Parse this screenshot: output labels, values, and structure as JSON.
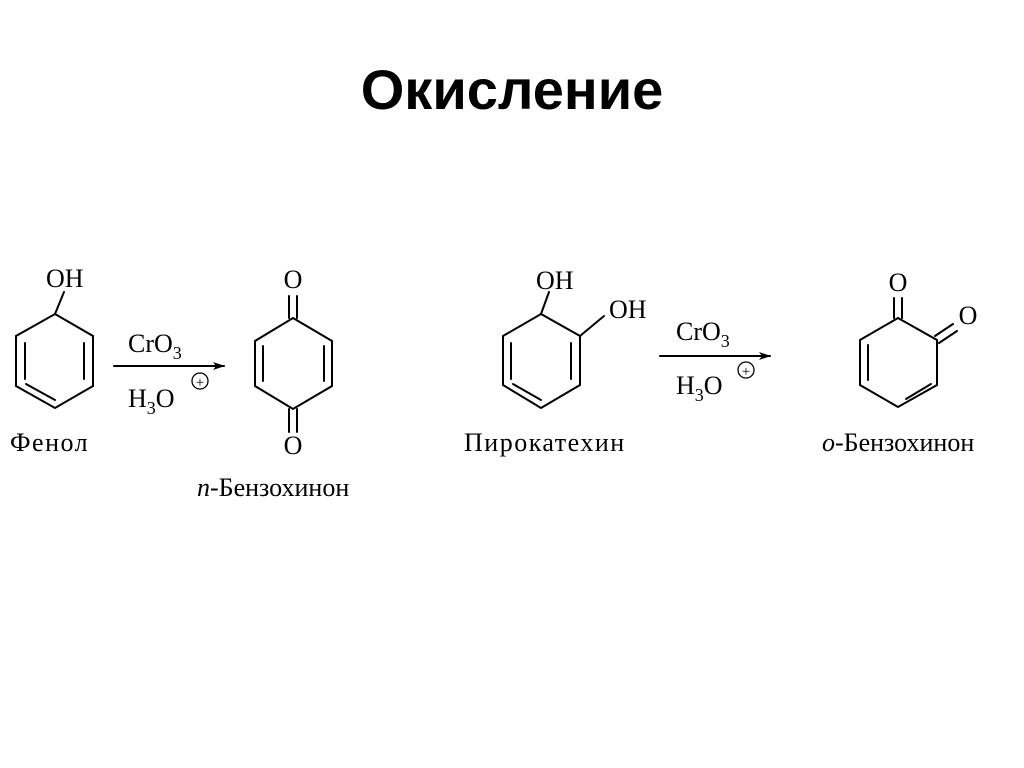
{
  "title": "Окисление",
  "colors": {
    "ink": "#000000",
    "background": "#ffffff"
  },
  "reactions": [
    {
      "reactant": {
        "label": "Фенол",
        "groups": [
          "OH"
        ]
      },
      "reagent_top": {
        "main": "CrO",
        "subscript": "3"
      },
      "reagent_bottom": {
        "pre": "H",
        "subscript": "3",
        "post": "O",
        "charge": "+"
      },
      "product": {
        "prefix": "п",
        "name": "-Бензохинон",
        "atoms": [
          "O",
          "O"
        ]
      }
    },
    {
      "reactant": {
        "label": "Пирокатехин",
        "groups": [
          "OH",
          "OH"
        ]
      },
      "reagent_top": {
        "main": "CrO",
        "subscript": "3"
      },
      "reagent_bottom": {
        "pre": "H",
        "subscript": "3",
        "post": "O",
        "charge": "+"
      },
      "product": {
        "prefix": "о",
        "name": "-Бензохинон",
        "atoms": [
          "O",
          "O"
        ]
      }
    }
  ]
}
